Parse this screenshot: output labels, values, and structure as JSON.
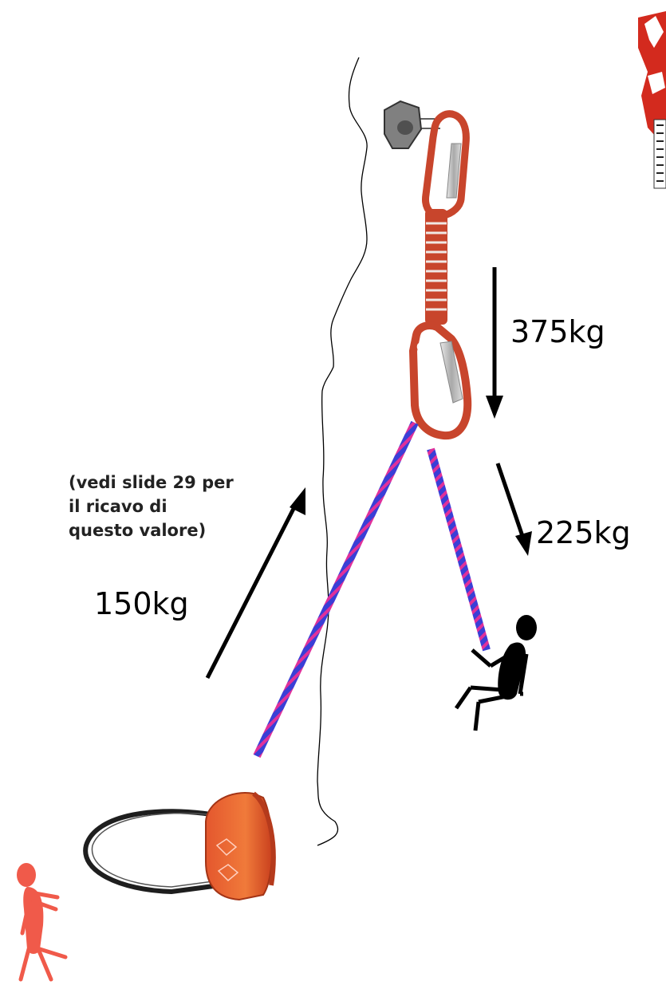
{
  "labels": {
    "force_quickdraw": "375kg",
    "force_climber": "225kg",
    "force_belayer": "150kg",
    "note_line1": "(vedi slide 29 per",
    "note_line2": "il ricavo di",
    "note_line3": "questo valore)"
  },
  "colors": {
    "rope_a": "#3a3fd6",
    "rope_b": "#e0309a",
    "aluminium_red": "#c8452c",
    "person_red": "#f05a4a",
    "arrow": "#000000"
  },
  "icons": [
    "rock-wall",
    "bolt-hanger",
    "quickdraw",
    "rope",
    "force-arrow",
    "belay-device",
    "belayer-figure",
    "climber-figure",
    "logo"
  ]
}
